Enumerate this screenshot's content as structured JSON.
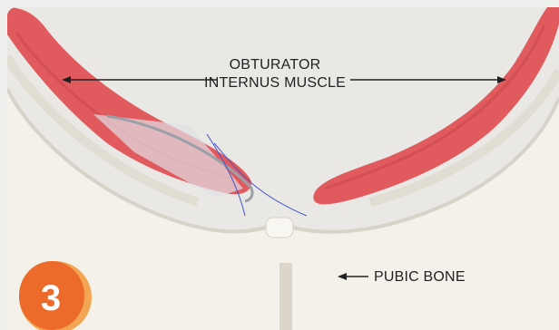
{
  "labels": {
    "obturator_line1": "OBTURATOR",
    "obturator_line2": "INTERNUS MUSCLE",
    "pubic_bone": "PUBIC BONE"
  },
  "step_badge": {
    "number": "3",
    "color": "#ec6b2b",
    "ring_color": "#f2a552"
  },
  "colors": {
    "muscle": "#e05a5e",
    "bone": "#f4f1ea",
    "background": "#eeeeec"
  }
}
